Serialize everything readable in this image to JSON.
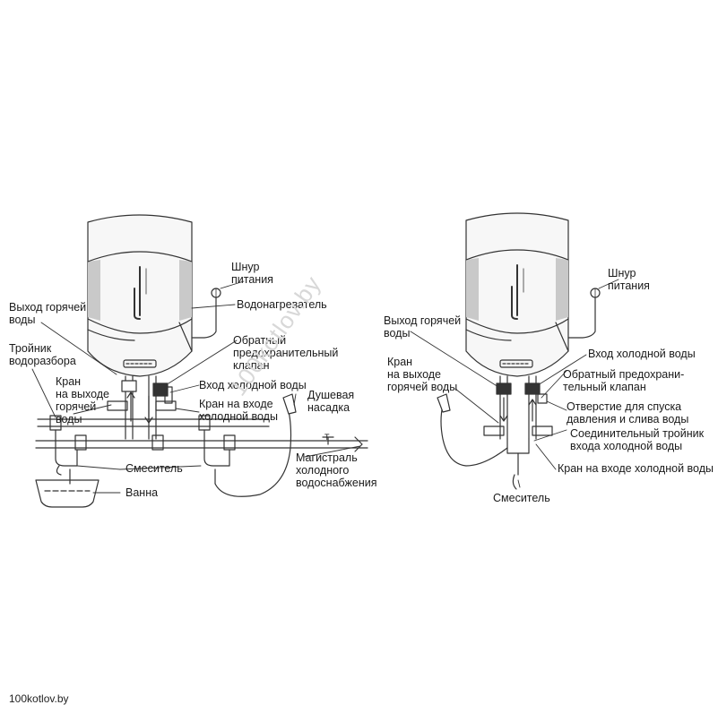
{
  "left": {
    "labels": {
      "power_cord": "Шнур\nпитания",
      "heater": "Водонагреватель",
      "hot_out": "Выход горячей\nводы",
      "tee": "Тройник\nводоразбора",
      "valve_hot": "Кран\nна выходе\nгорячей\nводы",
      "check_valve": "Обратный\nпредохранительный\nклапан",
      "cold_in": "Вход холодной воды",
      "valve_cold": "Кран на входе\nхолодной воды",
      "shower": "Душевая\nнасадка",
      "mixer": "Смеситель",
      "bath": "Ванна",
      "mains": "Магистраль\nхолодного\nводоснабжения",
      "tee_mark": "T"
    }
  },
  "right": {
    "labels": {
      "power_cord": "Шнур\nпитания",
      "hot_out": "Выход горячей\nводы",
      "cold_in": "Вход холодной воды",
      "valve_hot": "Кран\nна выходе\nгорячей воды",
      "check_valve": "Обратный предохрани-\nтельный клапан",
      "drain": "Отверстие для спуска\nдавления и слива воды",
      "conn_tee": "Соединительный тройник\nвхода холодной воды",
      "valve_cold": "Кран на входе холодной воды",
      "mixer": "Смеситель"
    }
  },
  "watermark": {
    "site": "100kotlov.by",
    "diagonal": "100kotlov.by"
  },
  "colors": {
    "line": "#333333",
    "tank_band": "#c9c9c9",
    "tank_body": "#f7f7f7"
  }
}
